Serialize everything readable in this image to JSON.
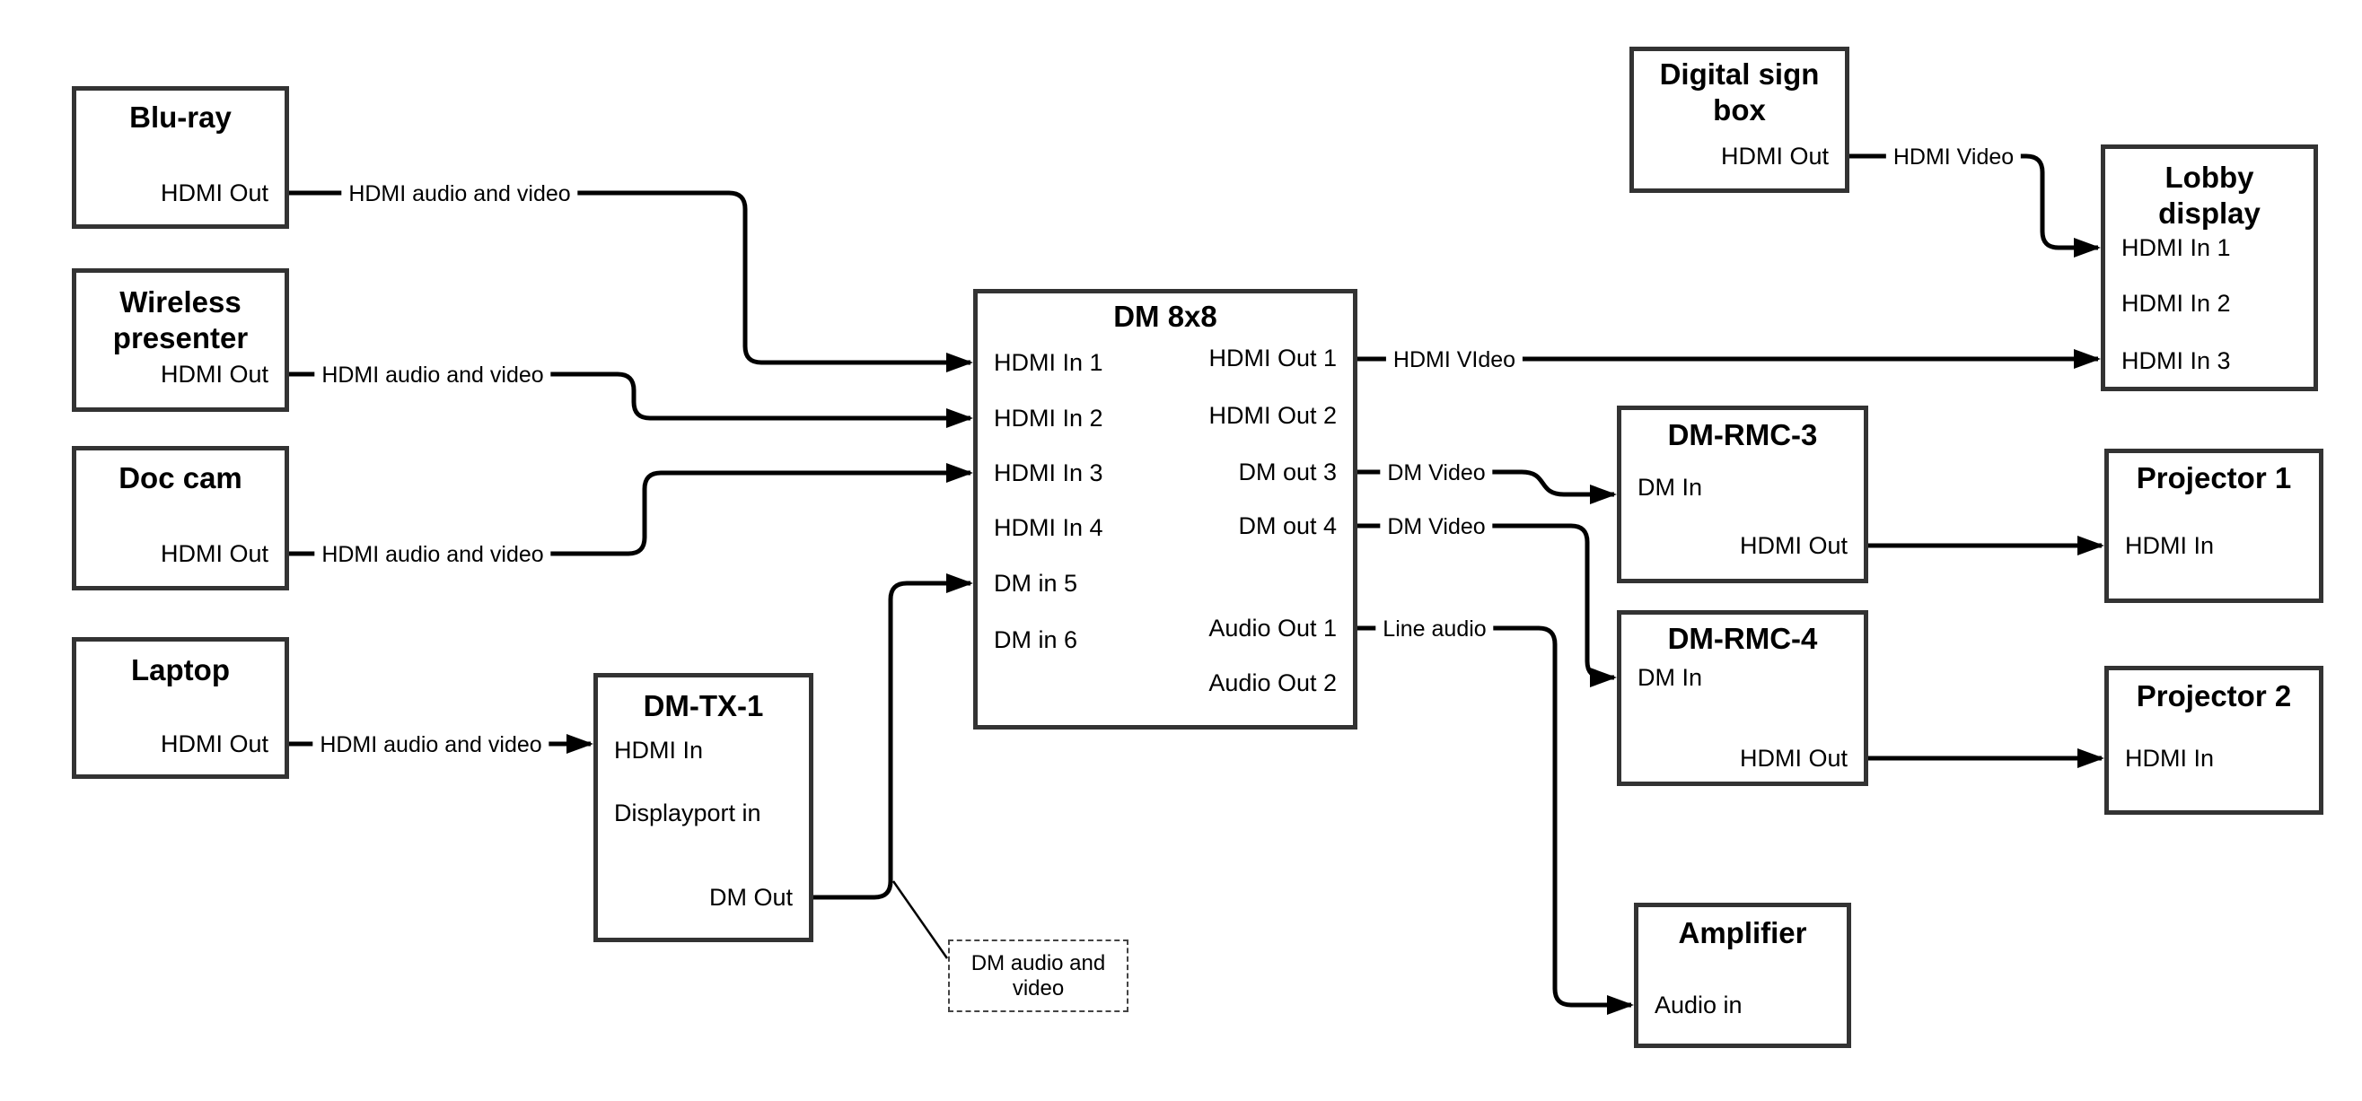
{
  "boxes": {
    "bluray": {
      "title": "Blu-ray",
      "ports": {
        "hdmi_out": "HDMI Out"
      }
    },
    "wireless_presenter": {
      "title": "Wireless presenter",
      "ports": {
        "hdmi_out": "HDMI Out"
      }
    },
    "doc_cam": {
      "title": "Doc cam",
      "ports": {
        "hdmi_out": "HDMI Out"
      }
    },
    "laptop": {
      "title": "Laptop",
      "ports": {
        "hdmi_out": "HDMI Out"
      }
    },
    "dm_tx_1": {
      "title": "DM-TX-1",
      "ports": {
        "hdmi_in": "HDMI In",
        "displayport_in": "Displayport in",
        "dm_out": "DM Out"
      }
    },
    "dm_8x8": {
      "title": "DM 8x8",
      "inputs": [
        "HDMI In 1",
        "HDMI In 2",
        "HDMI In 3",
        "HDMI In 4",
        "DM in 5",
        "DM in 6"
      ],
      "outputs": [
        "HDMI Out 1",
        "HDMI Out 2",
        "DM out 3",
        "DM out 4",
        "Audio Out 1",
        "Audio Out 2"
      ]
    },
    "digital_sign_box": {
      "title": "Digital sign box",
      "ports": {
        "hdmi_out": "HDMI Out"
      }
    },
    "lobby_display": {
      "title": "Lobby display",
      "inputs": [
        "HDMI In 1",
        "HDMI In 2",
        "HDMI In 3"
      ]
    },
    "dm_rmc_3": {
      "title": "DM-RMC-3",
      "ports": {
        "dm_in": "DM In",
        "hdmi_out": "HDMI Out"
      }
    },
    "projector_1": {
      "title": "Projector 1",
      "ports": {
        "hdmi_in": "HDMI In"
      }
    },
    "dm_rmc_4": {
      "title": "DM-RMC-4",
      "ports": {
        "dm_in": "DM In",
        "hdmi_out": "HDMI Out"
      }
    },
    "projector_2": {
      "title": "Projector 2",
      "ports": {
        "hdmi_in": "HDMI In"
      }
    },
    "amplifier": {
      "title": "Amplifier",
      "ports": {
        "audio_in": "Audio in"
      }
    }
  },
  "wire_labels": {
    "bluray_feed": "HDMI audio and video",
    "wireless_feed": "HDMI audio and video",
    "doc_cam_feed": "HDMI audio and video",
    "laptop_feed": "HDMI audio and video",
    "hdmi_out1_feed": "HDMI VIdeo",
    "dm_out3_feed": "DM Video",
    "dm_out4_feed": "DM Video",
    "audio_out1_feed": "Line audio",
    "digital_sign_feed": "HDMI Video"
  },
  "note": {
    "text": "DM audio and video"
  },
  "colors": {
    "wire": "#000000",
    "box_border": "#333333",
    "text": "#000000"
  }
}
